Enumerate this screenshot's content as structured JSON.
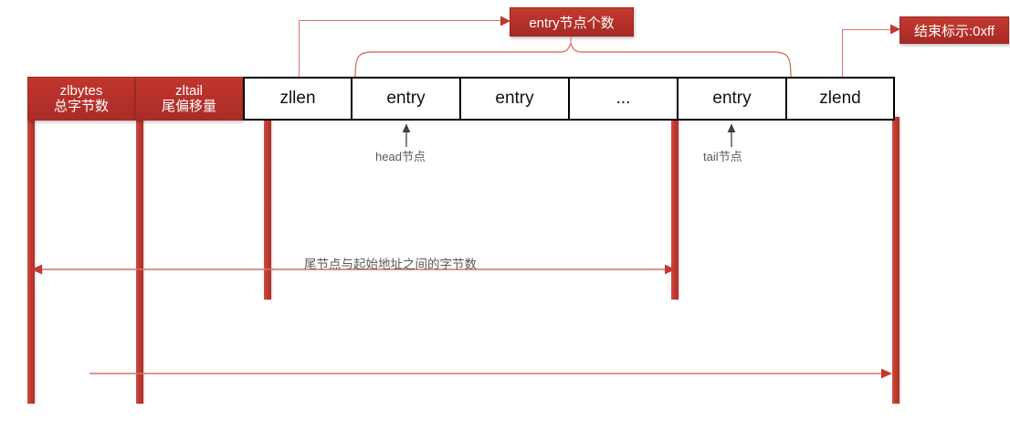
{
  "diagram": {
    "title": "ziplist-structure",
    "accent_color": "#b5302a",
    "stroke_color": "#d9776f",
    "text_color": "#595959"
  },
  "structure": {
    "cells": [
      {
        "id": "zlbytes",
        "line1": "zlbytes",
        "line2": "总字节数",
        "style": "red",
        "width": 118
      },
      {
        "id": "zltail",
        "line1": "zltail",
        "line2": "尾偏移量",
        "style": "red",
        "width": 118
      },
      {
        "id": "zllen",
        "line1": "zllen",
        "line2": "",
        "style": "white",
        "width": 119
      },
      {
        "id": "entry1",
        "line1": "entry",
        "line2": "",
        "style": "white",
        "width": 119
      },
      {
        "id": "entry2",
        "line1": "entry",
        "line2": "",
        "style": "white",
        "width": 119
      },
      {
        "id": "ellipsis",
        "line1": "...",
        "line2": "",
        "style": "white",
        "width": 119
      },
      {
        "id": "entry3",
        "line1": "entry",
        "line2": "",
        "style": "white",
        "width": 119
      },
      {
        "id": "zlend",
        "line1": "zlend",
        "line2": "",
        "style": "white",
        "width": 119
      }
    ]
  },
  "callouts": [
    {
      "id": "entry-count",
      "label": "entry节点个数"
    },
    {
      "id": "end-marker",
      "label": "结束标示:0xff"
    }
  ],
  "annotations": [
    {
      "id": "head-node",
      "label": "head节点"
    },
    {
      "id": "tail-node",
      "label": "tail节点"
    },
    {
      "id": "tail-offset",
      "label": "尾节点与起始地址之间的字节数"
    }
  ]
}
